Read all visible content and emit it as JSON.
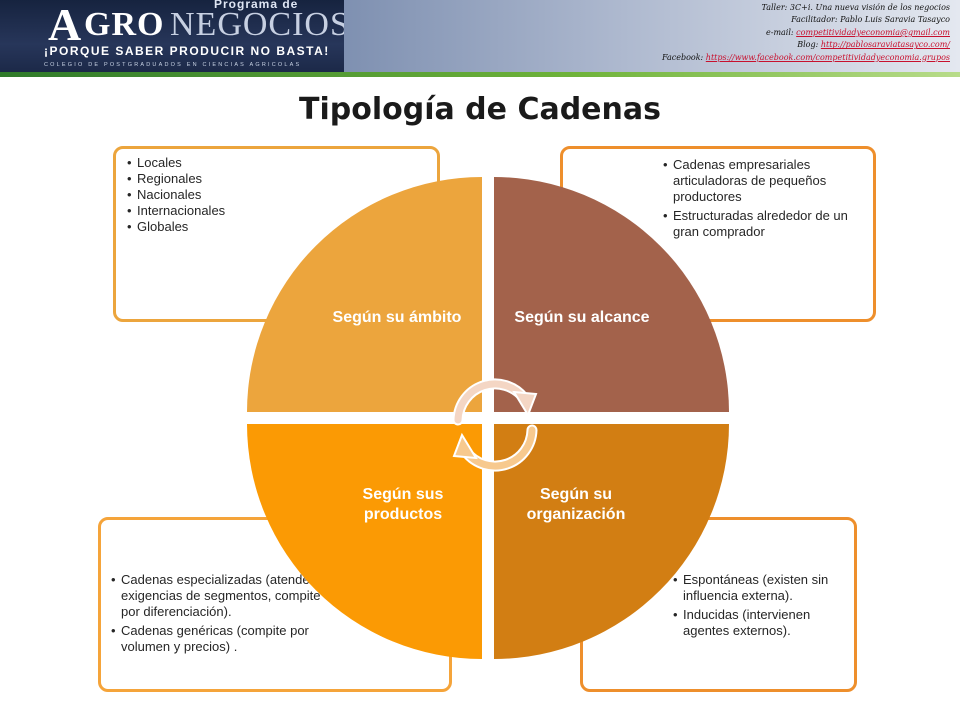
{
  "header": {
    "logo": {
      "programa": "Programa de",
      "brand_a": "A",
      "brand_gro": "GRO",
      "brand_negocios": "NEGOCIOS",
      "slogan": "¡PORQUE SABER PRODUCIR NO BASTA!",
      "institution": "COLEGIO DE POSTGRADUADOS EN CIENCIAS AGRICOLAS"
    },
    "credits": {
      "taller": "Taller: 3C+i. Una nueva visión de los negocios",
      "facilitador": "Facilitador: Pablo Luis Saravia Tasayco",
      "email_label": "e-mail: ",
      "email": "competitividadyeconomia@gmail.com",
      "blog_label": "Blog: ",
      "blog": "http://pablosaraviatasayco.com/",
      "facebook_label": "Facebook: ",
      "facebook": "https://www.facebook.com/competitividadyeconomia.grupos"
    }
  },
  "title": "Tipología de Cadenas",
  "quadrants": {
    "top_left": {
      "label": "Según su ámbito",
      "color": "#eca53d",
      "items": [
        "Locales",
        "Regionales",
        "Nacionales",
        "Internacionales",
        "Globales"
      ]
    },
    "top_right": {
      "label": "Según su alcance",
      "color": "#a3624b",
      "items": [
        "Cadenas empresariales articuladoras de pequeños productores",
        " Estructuradas alrededor de un gran comprador"
      ]
    },
    "bottom_left": {
      "label": "Según sus productos",
      "color": "#fb9a04",
      "items": [
        "Cadenas especializadas (atender exigencias de segmentos, compite por diferenciación).",
        " Cadenas genéricas (compite por volumen y precios) ."
      ]
    },
    "bottom_right": {
      "label": "Según su organización",
      "color": "#d27e13",
      "items": [
        "Espontáneas (existen sin influencia externa).",
        "Inducidas (intervienen agentes externos)."
      ]
    }
  },
  "center_icon": "circular-arrows-icon"
}
